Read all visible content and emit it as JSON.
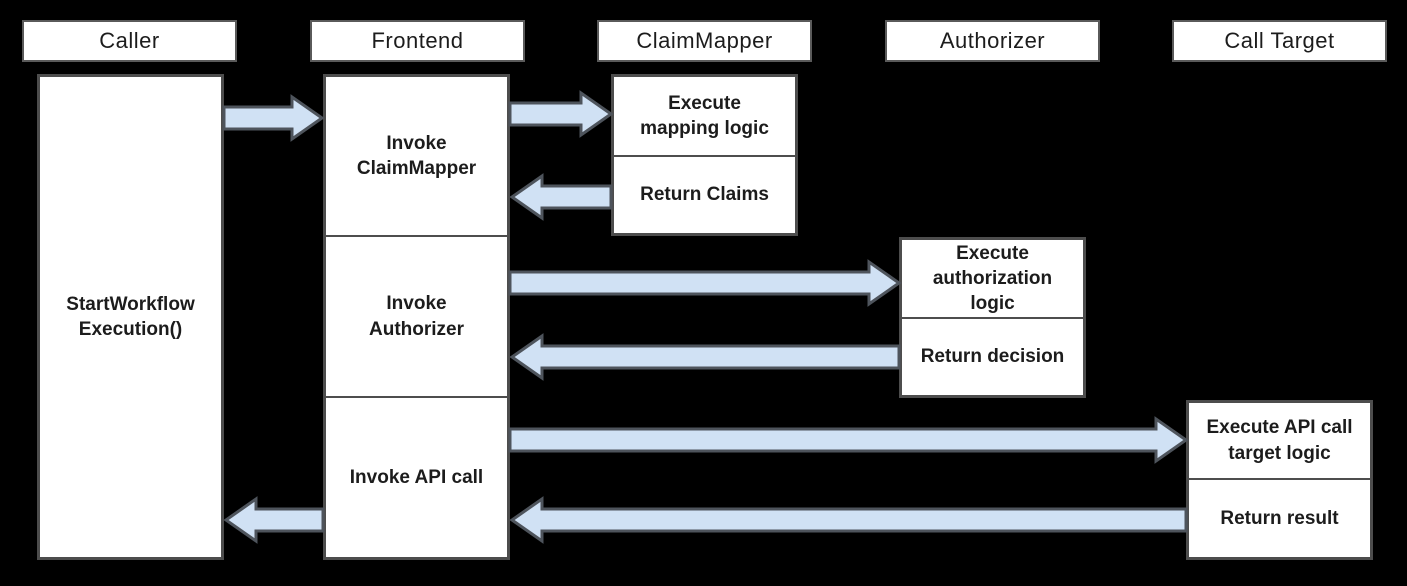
{
  "colors": {
    "bg": "#000000",
    "box_fill": "#ffffff",
    "box_border": "#4d4d4d",
    "arrow_fill": "#d0e1f4",
    "arrow_stroke": "#4e545c",
    "text": "#1c1c1c"
  },
  "lanes": [
    {
      "label": "Caller",
      "steps": [
        {
          "label": "StartWorkflow\nExecution()"
        }
      ]
    },
    {
      "label": "Frontend",
      "steps": [
        {
          "label": "Invoke\nClaimMapper"
        },
        {
          "label": "Invoke\nAuthorizer"
        },
        {
          "label": "Invoke API call"
        }
      ]
    },
    {
      "label": "ClaimMapper",
      "steps": [
        {
          "label": "Execute\nmapping logic"
        },
        {
          "label": "Return Claims"
        }
      ]
    },
    {
      "label": "Authorizer",
      "steps": [
        {
          "label": "Execute\nauthorization\nlogic"
        },
        {
          "label": "Return decision"
        }
      ]
    },
    {
      "label": "Call Target",
      "steps": [
        {
          "label": "Execute API call\ntarget logic"
        },
        {
          "label": "Return result"
        }
      ]
    }
  ],
  "arrows": [
    {
      "name": "caller-to-frontend",
      "from": "Caller",
      "to": "Frontend",
      "direction": "right"
    },
    {
      "name": "frontend-to-claimmapper",
      "from": "Frontend",
      "to": "ClaimMapper",
      "direction": "right"
    },
    {
      "name": "claimmapper-to-frontend",
      "from": "ClaimMapper",
      "to": "Frontend",
      "direction": "left"
    },
    {
      "name": "frontend-to-authorizer",
      "from": "Frontend",
      "to": "Authorizer",
      "direction": "right"
    },
    {
      "name": "authorizer-to-frontend",
      "from": "Authorizer",
      "to": "Frontend",
      "direction": "left"
    },
    {
      "name": "frontend-to-calltarget",
      "from": "Frontend",
      "to": "Call Target",
      "direction": "right"
    },
    {
      "name": "calltarget-to-frontend",
      "from": "Call Target",
      "to": "Frontend",
      "direction": "left"
    },
    {
      "name": "frontend-to-caller",
      "from": "Frontend",
      "to": "Caller",
      "direction": "left"
    }
  ]
}
